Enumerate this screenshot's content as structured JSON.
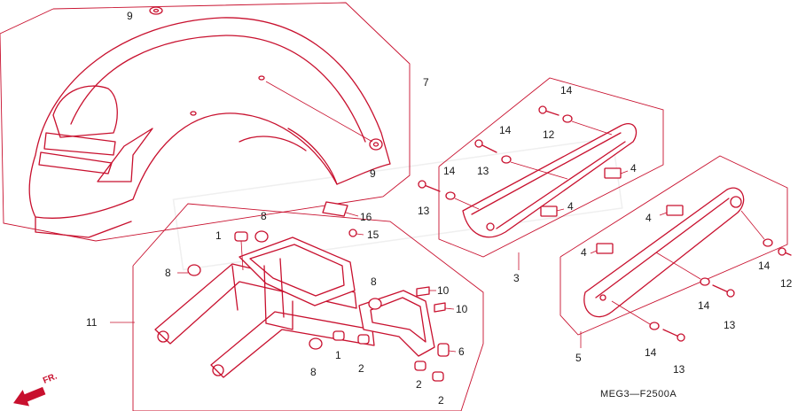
{
  "diagram_code": "MEG3—F2500A",
  "front_label": "FR.",
  "colors": {
    "line": "#c8102e",
    "text": "#1a1a1a",
    "background": "#ffffff"
  },
  "callouts": [
    {
      "id": "c9a",
      "label": "9"
    },
    {
      "id": "c7",
      "label": "7"
    },
    {
      "id": "c9b",
      "label": "9"
    },
    {
      "id": "c16",
      "label": "16"
    },
    {
      "id": "c15",
      "label": "15"
    },
    {
      "id": "c1a",
      "label": "1"
    },
    {
      "id": "c8a",
      "label": "8"
    },
    {
      "id": "c8b",
      "label": "8"
    },
    {
      "id": "c8c",
      "label": "8"
    },
    {
      "id": "c8d",
      "label": "8"
    },
    {
      "id": "c11",
      "label": "11"
    },
    {
      "id": "c10a",
      "label": "10"
    },
    {
      "id": "c10b",
      "label": "10"
    },
    {
      "id": "c6",
      "label": "6"
    },
    {
      "id": "c1b",
      "label": "1"
    },
    {
      "id": "c2a",
      "label": "2"
    },
    {
      "id": "c2b",
      "label": "2"
    },
    {
      "id": "c2c",
      "label": "2"
    },
    {
      "id": "c3",
      "label": "3"
    },
    {
      "id": "c14a",
      "label": "14"
    },
    {
      "id": "c12a",
      "label": "12"
    },
    {
      "id": "c14b",
      "label": "14"
    },
    {
      "id": "c13a",
      "label": "13"
    },
    {
      "id": "c14c",
      "label": "14"
    },
    {
      "id": "c13b",
      "label": "13"
    },
    {
      "id": "c4a",
      "label": "4"
    },
    {
      "id": "c4b",
      "label": "4"
    },
    {
      "id": "c4c",
      "label": "4"
    },
    {
      "id": "c4d",
      "label": "4"
    },
    {
      "id": "c14d",
      "label": "14"
    },
    {
      "id": "c12b",
      "label": "12"
    },
    {
      "id": "c14e",
      "label": "14"
    },
    {
      "id": "c13c",
      "label": "13"
    },
    {
      "id": "c14f",
      "label": "14"
    },
    {
      "id": "c13d",
      "label": "13"
    },
    {
      "id": "c5",
      "label": "5"
    }
  ]
}
